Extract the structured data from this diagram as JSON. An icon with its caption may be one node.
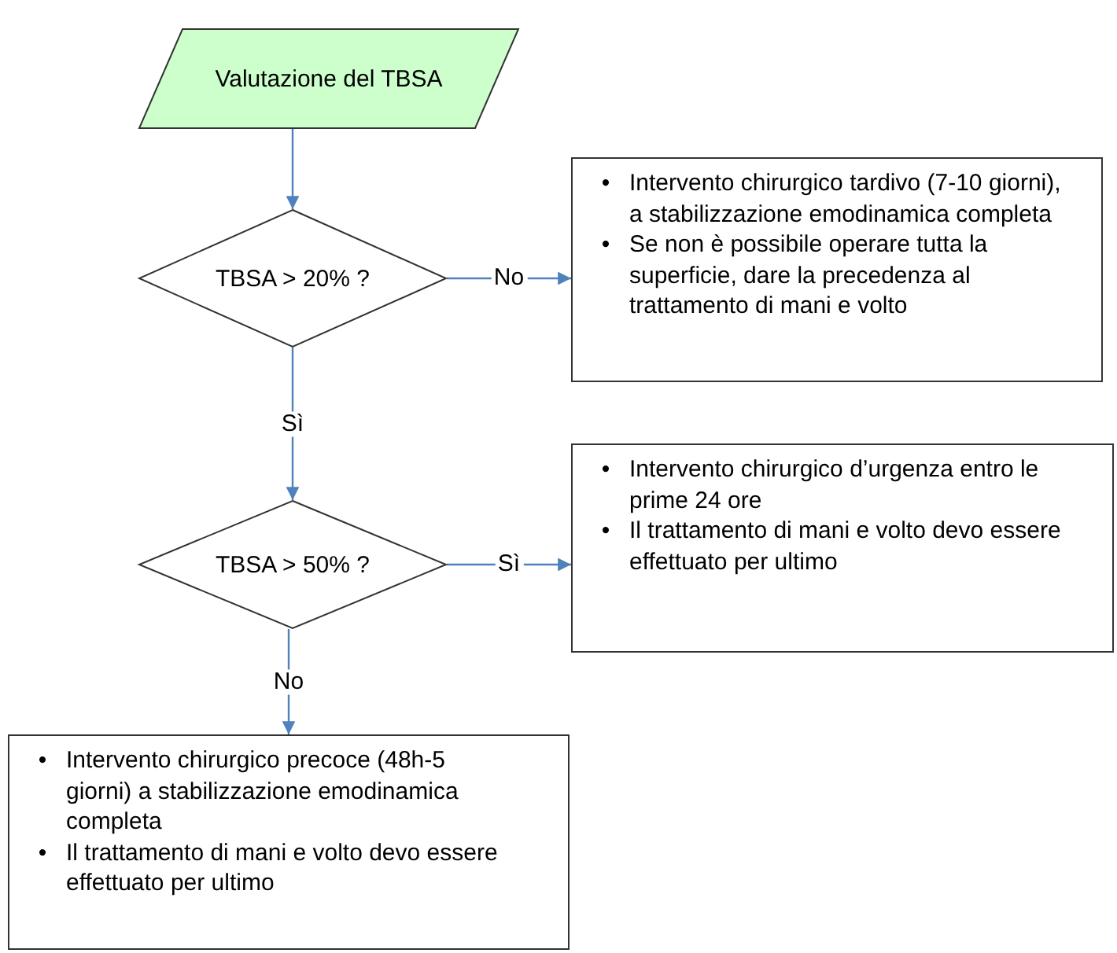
{
  "diagram": {
    "nodes": [
      {
        "text": [
          "Valutazione del TBSA"
        ]
      },
      {
        "text": [
          "TBSA > 20% ?"
        ]
      },
      {
        "text": [
          "• Intervento chirurgico tardivo (7-10 giorni), a stabilizzazione emodinamica completa",
          "• Se non è possibile operare tutta la superficie, dare la precedenza al trattamento di mani e volto"
        ]
      },
      {
        "text": [
          "TBSA > 50% ?"
        ]
      },
      {
        "text": [
          "• Intervento chirurgico d’urgenza entro le prime 24 ore",
          "• Il trattamento di mani e volto devo essere effettuato per ultimo"
        ]
      },
      {
        "text": [
          "• Intervento chirurgico precoce (48h-5 giorni) a stabilizzazione emodinamica completa",
          "• Il trattamento di mani e volto devo essere effettuato per ultimo"
        ]
      }
    ],
    "edges": [
      {
        "from": 0,
        "to": 1,
        "arrow": "to"
      },
      {
        "from": 1,
        "to": 2,
        "arrow": "to",
        "label": "No"
      },
      {
        "from": 1,
        "to": 3,
        "arrow": "to",
        "label": "Sì"
      },
      {
        "from": 3,
        "to": 4,
        "arrow": "to",
        "label": "Sì"
      },
      {
        "from": 3,
        "to": 5,
        "arrow": "to",
        "label": "No"
      }
    ]
  }
}
